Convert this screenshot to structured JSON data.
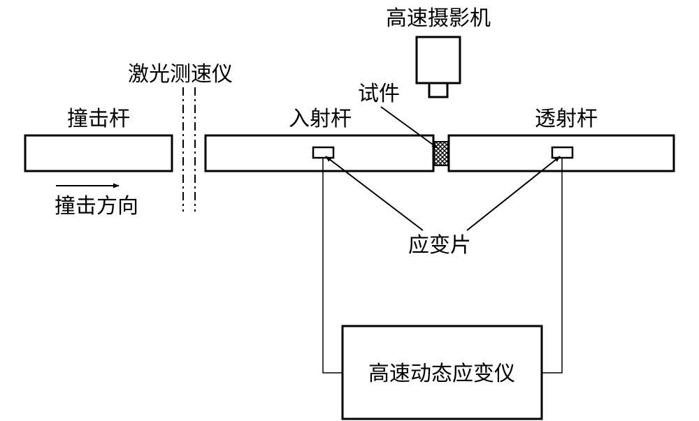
{
  "labels": {
    "camera": "高速摄影机",
    "laser_velocimeter": "激光测速仪",
    "specimen": "试件",
    "striker_bar": "撞击杆",
    "incident_bar": "入射杆",
    "transmission_bar": "透射杆",
    "impact_direction": "撞击方向",
    "strain_gauge": "应变片",
    "dynamic_strain_meter": "高速动态应变仪"
  },
  "colors": {
    "stroke": "#000000",
    "background": "#ffffff"
  }
}
